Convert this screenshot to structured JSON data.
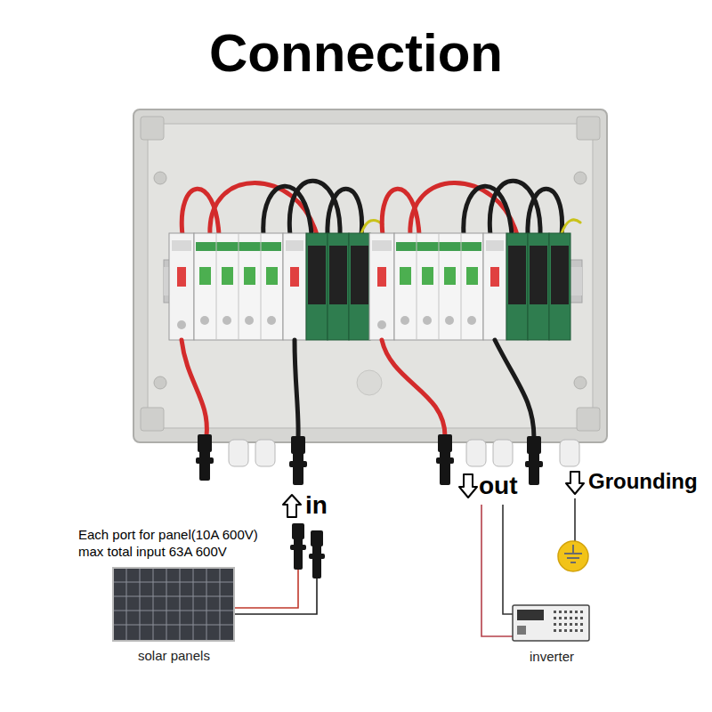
{
  "diagram": {
    "title": "Connection",
    "labels": [
      "in",
      "out",
      "Grounding",
      "Each port for panel(10A 600V) max total input 63A 600V",
      "solar panels",
      "inverter"
    ]
  }
}
